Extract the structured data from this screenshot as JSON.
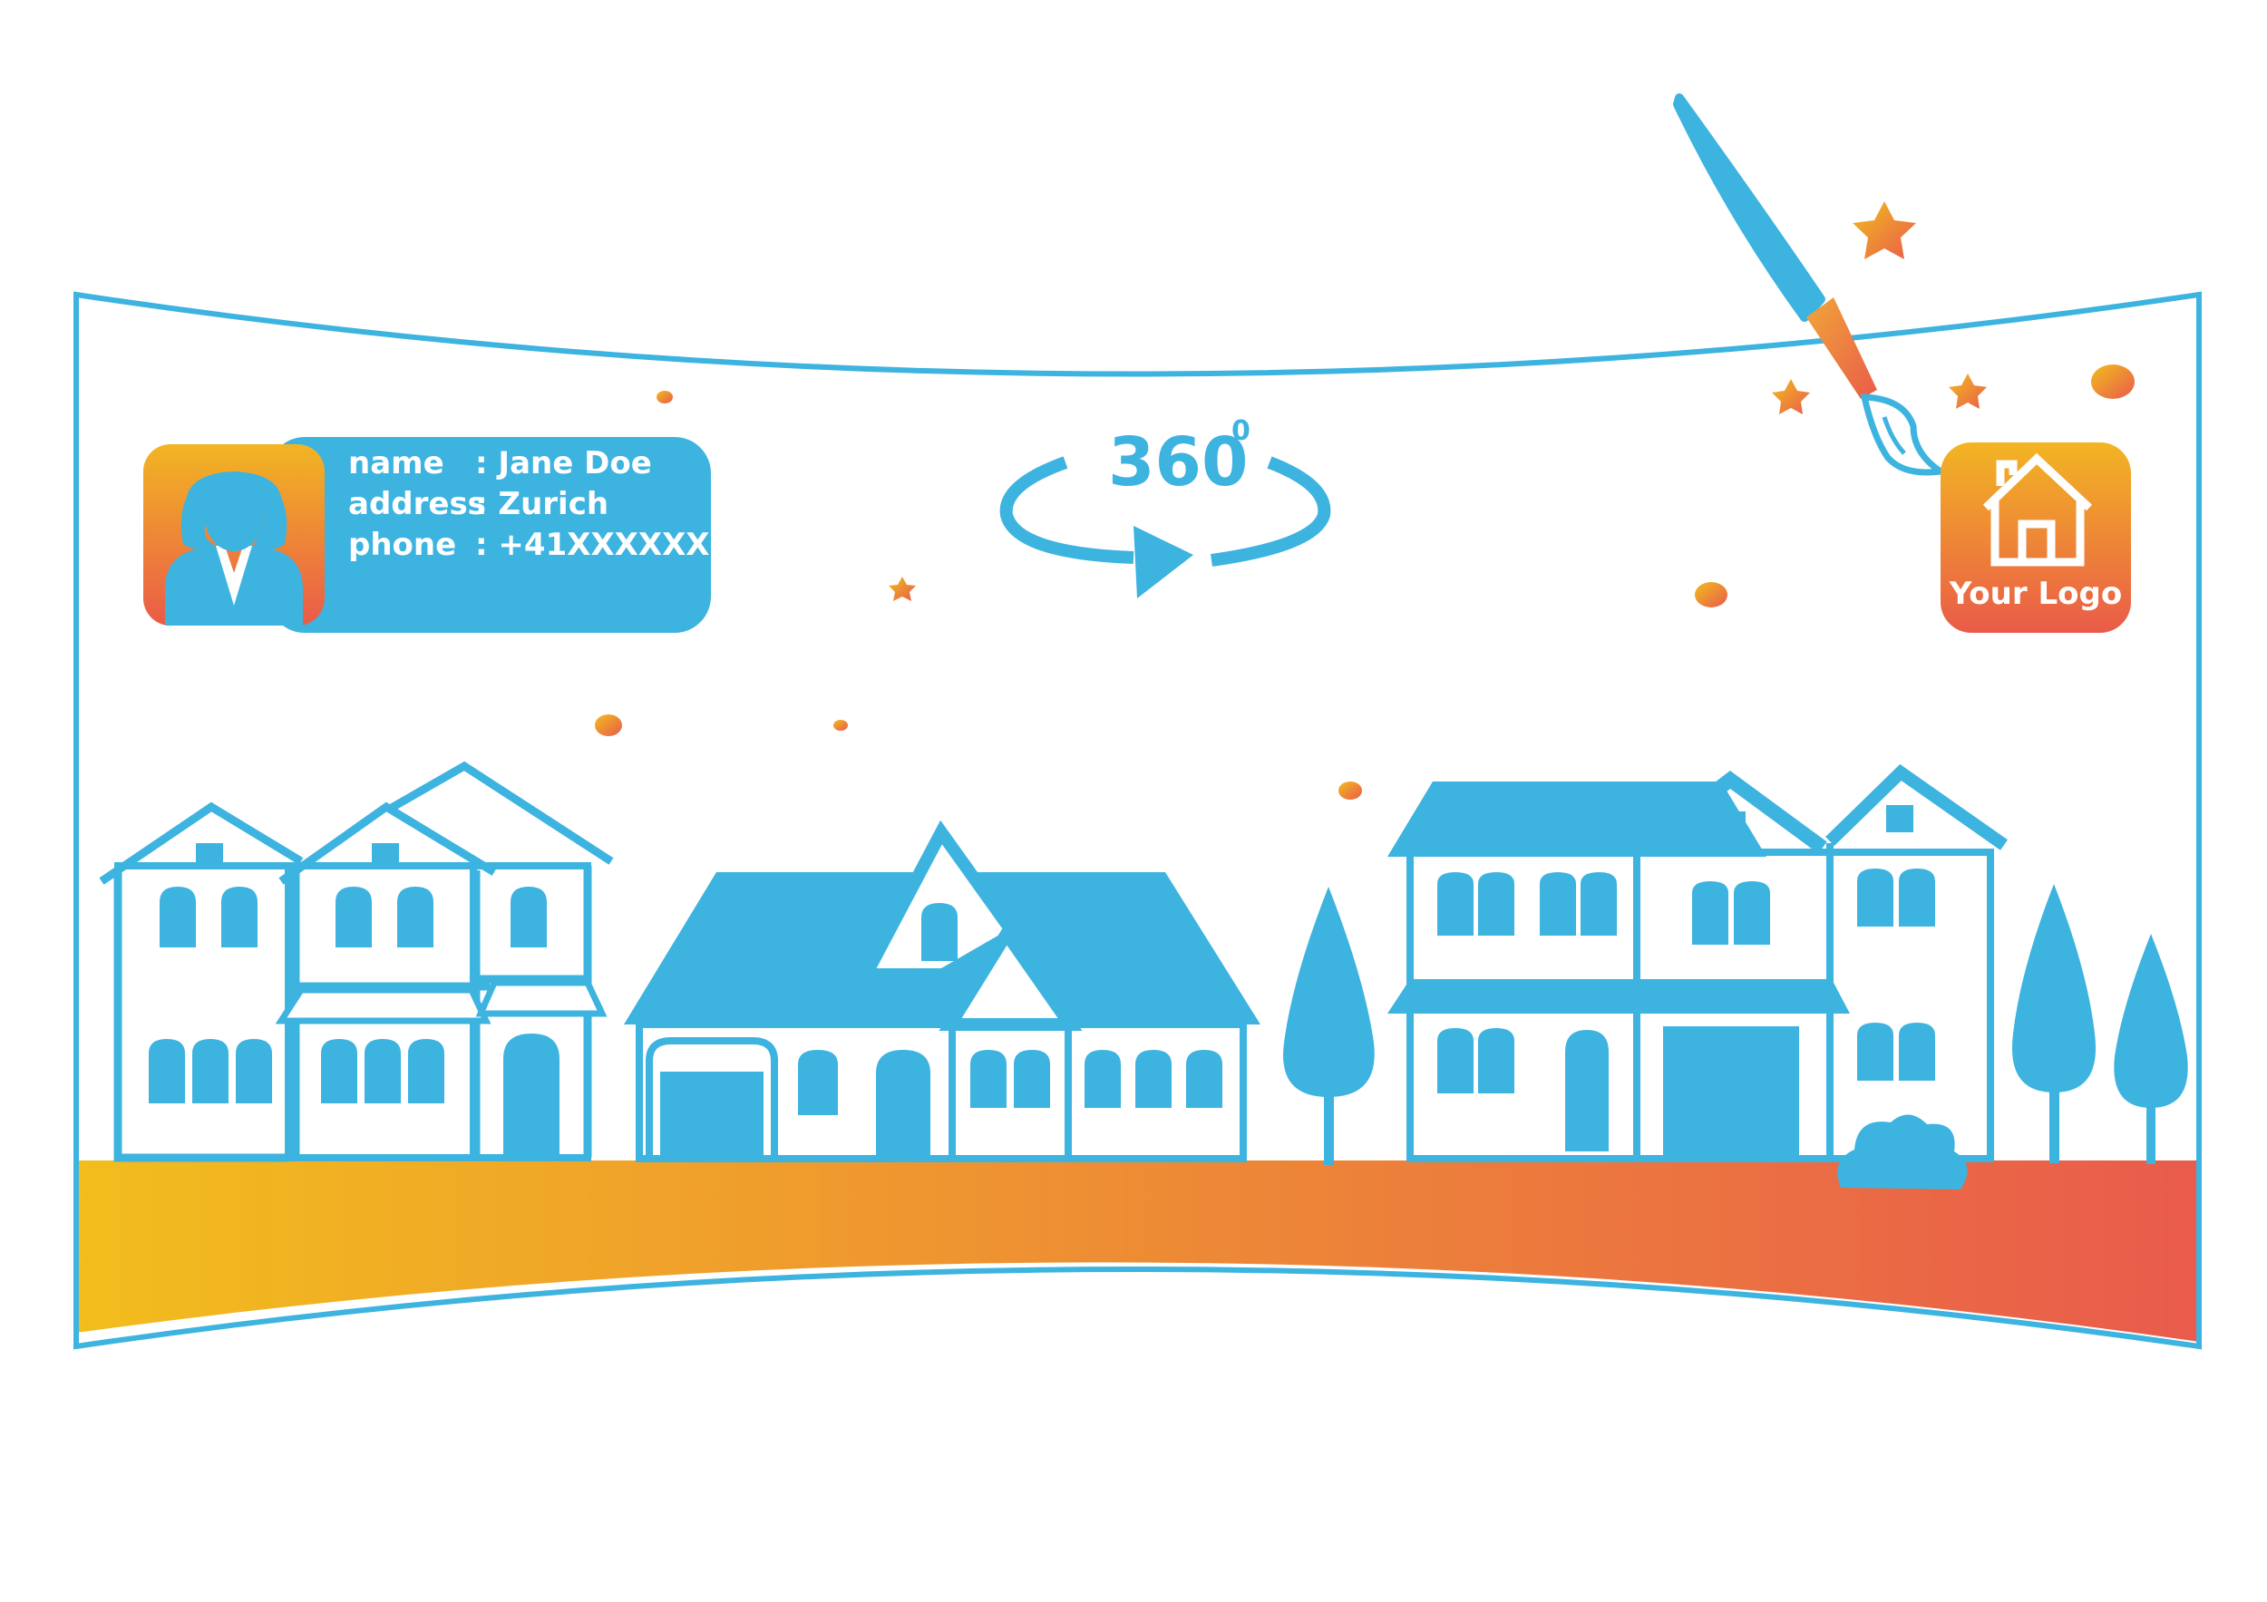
{
  "contact_card": {
    "rows": [
      {
        "label": "name",
        "value": ": Jane Doe"
      },
      {
        "label": "address",
        "value": ": Zurich"
      },
      {
        "label": "phone",
        "value": ": +41XXXXXX"
      }
    ]
  },
  "rotation_badge": {
    "number": "360",
    "degree": "0"
  },
  "logo": {
    "text": "Your Logo"
  },
  "colors": {
    "blue": "#3db3e0",
    "gradient_start": "#f2bd1d",
    "gradient_end": "#e95b4c"
  },
  "icons": [
    "avatar-icon",
    "rotation-arrow-icon",
    "home-logo-icon",
    "paint-brush-icon",
    "star-icon"
  ]
}
